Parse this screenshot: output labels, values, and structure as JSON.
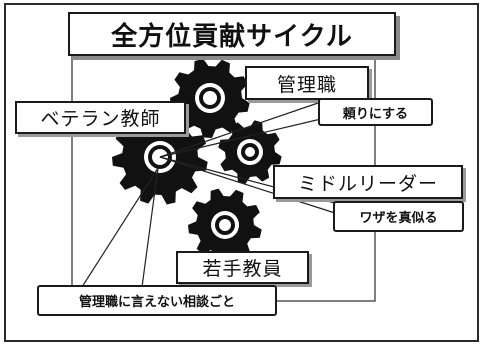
{
  "title": "全方位貢献サイクル",
  "roles": {
    "manager": "管理職",
    "veteran": "ベテラン教師",
    "middle_leader": "ミドルリーダー",
    "young": "若手教員"
  },
  "callouts": {
    "rely_on": "頼りにする",
    "imitate_skill": "ワザを真似る",
    "consult": "管理職に言えない相談ごと"
  },
  "colors": {
    "gear": "#111111",
    "background": "#ffffff",
    "frame": "#2a2a2a",
    "shadow": "#9a9a9a"
  }
}
